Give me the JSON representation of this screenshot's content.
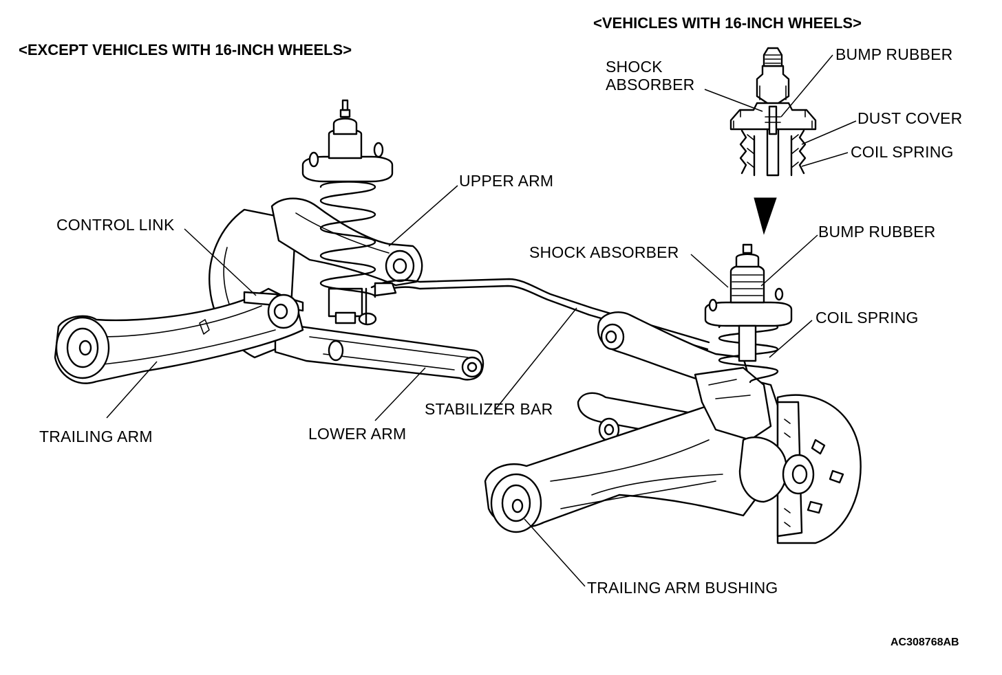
{
  "headers": {
    "except_16": "<EXCEPT VEHICLES WITH 16-INCH WHEELS>",
    "with_16": "<VEHICLES WITH 16-INCH WHEELS>"
  },
  "labels": {
    "upper_arm": "UPPER ARM",
    "control_link": "CONTROL LINK",
    "trailing_arm": "TRAILING ARM",
    "lower_arm": "LOWER ARM",
    "stabilizer_bar": "STABILIZER BAR",
    "shock_absorber_detail": "SHOCK\nABSORBER",
    "bump_rubber_detail": "BUMP RUBBER",
    "dust_cover": "DUST COVER",
    "coil_spring_detail": "COIL SPRING",
    "shock_absorber": "SHOCK ABSORBER",
    "bump_rubber": "BUMP RUBBER",
    "coil_spring": "COIL SPRING",
    "trailing_arm_bushing": "TRAILING ARM BUSHING"
  },
  "figure_ref": "AC308768AB"
}
